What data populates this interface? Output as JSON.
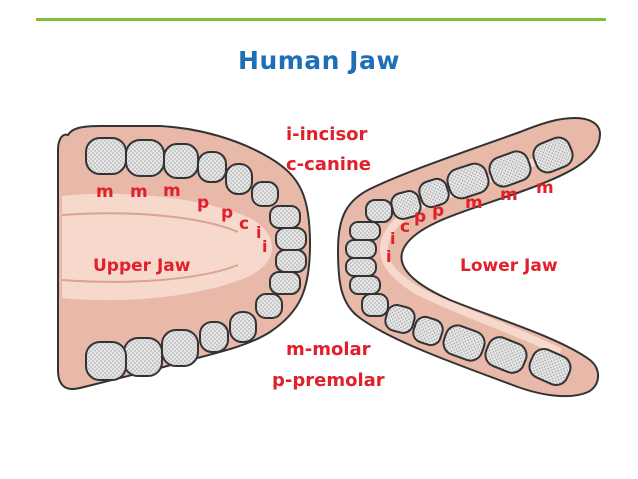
{
  "title": "Human Jaw",
  "legend": {
    "incisor": "i-incisor",
    "canine": "c-canine",
    "molar": "m-molar",
    "premolar": "p-premolar"
  },
  "jaws": {
    "upper": "Upper Jaw",
    "lower": "Lower Jaw"
  },
  "tooth_letters": {
    "molar": "m",
    "premolar": "p",
    "canine": "c",
    "incisor": "i"
  },
  "colors": {
    "title": "#1f6fb6",
    "labels": "#e0202a",
    "gum": "#e8b8a8",
    "rule": "#7fbf3f"
  }
}
